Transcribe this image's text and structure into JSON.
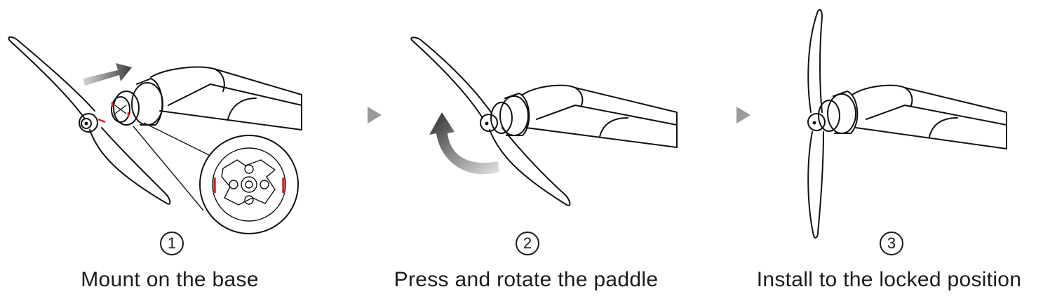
{
  "steps": [
    {
      "number": "1",
      "caption": "Mount on the base"
    },
    {
      "number": "2",
      "caption": "Press and rotate the paddle"
    },
    {
      "number": "3",
      "caption": "Install to the locked position"
    }
  ],
  "colors": {
    "line": "#111111",
    "lock_mark": "#d22424",
    "arrow_gray": "#555555"
  }
}
